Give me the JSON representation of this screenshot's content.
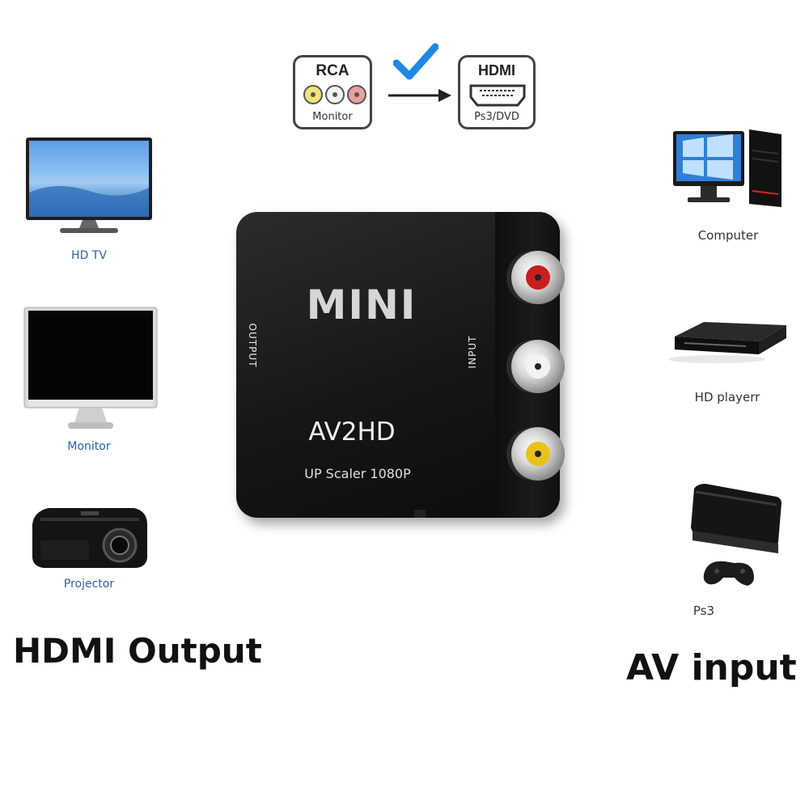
{
  "top_diagram": {
    "source_badge": {
      "title": "RCA",
      "subtitle": "Monitor"
    },
    "target_badge": {
      "title": "HDMI",
      "subtitle": "Ps3/DVD"
    },
    "check_color": "#1e88e5"
  },
  "output_devices": {
    "heading": "HDMI Output",
    "items": [
      {
        "label": "HD TV"
      },
      {
        "label": "Monitor"
      },
      {
        "label": "Projector"
      }
    ]
  },
  "input_devices": {
    "heading": "AV input",
    "items": [
      {
        "label": "Computer"
      },
      {
        "label": "HD playerr"
      },
      {
        "label": "Ps3"
      }
    ]
  },
  "product": {
    "output_port_label": "OUTPUT",
    "input_port_label": "INPUT",
    "logo": "MINI",
    "model": "AV2HD",
    "tagline": "UP Scaler 1080P",
    "jack_colors": [
      "#c81e1e",
      "#f2f2f2",
      "#e8c21a"
    ]
  },
  "colors": {
    "caption_blue": "#2a62a8",
    "caption_dark": "#333333"
  }
}
